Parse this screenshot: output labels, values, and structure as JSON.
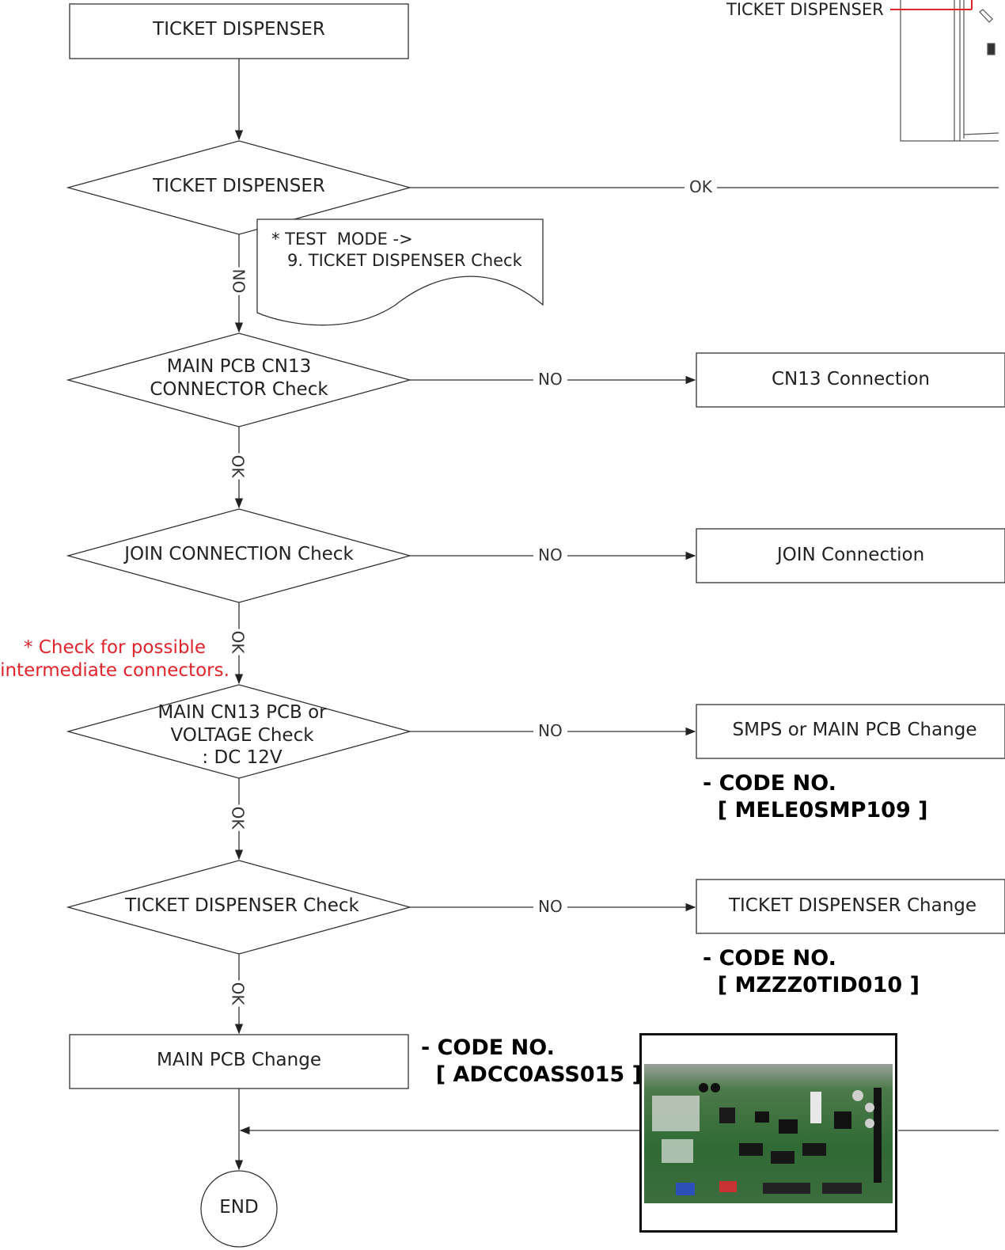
{
  "nodes": {
    "start_box": "TICKET DISPENSER",
    "d1": "TICKET DISPENSER",
    "note_line1": "* TEST  MODE ->",
    "note_line2": "   9. TICKET DISPENSER Check",
    "d2_line1": "MAIN PCB CN13",
    "d2_line2": "CONNECTOR Check",
    "r2": "CN13 Connection",
    "d3": "JOIN CONNECTION Check",
    "r3": "JOIN Connection",
    "warning_line1": "* Check for possible",
    "warning_line2": "intermediate connectors.",
    "d4_line1": "MAIN CN13 PCB or",
    "d4_line2": "VOLTAGE Check",
    "d4_line3": ": DC 12V",
    "r4": "SMPS or MAIN PCB Change",
    "d5": "TICKET DISPENSER Check",
    "r5": "TICKET DISPENSER Change",
    "end_box": "MAIN PCB Change",
    "end": "END"
  },
  "edges": {
    "ok": "OK",
    "no": "NO"
  },
  "codes": {
    "smps": "- CODE NO.\n  [ MELE0SMP109 ]",
    "ticket": "- CODE NO.\n  [ MZZZ0TID010 ]",
    "main": "- CODE NO.\n  [ ADCC0ASS015 ]"
  },
  "callout": {
    "label": "TICKET DISPENSER"
  },
  "colors": {
    "warning": "#e0242b",
    "callout_line": "#e0242b"
  }
}
